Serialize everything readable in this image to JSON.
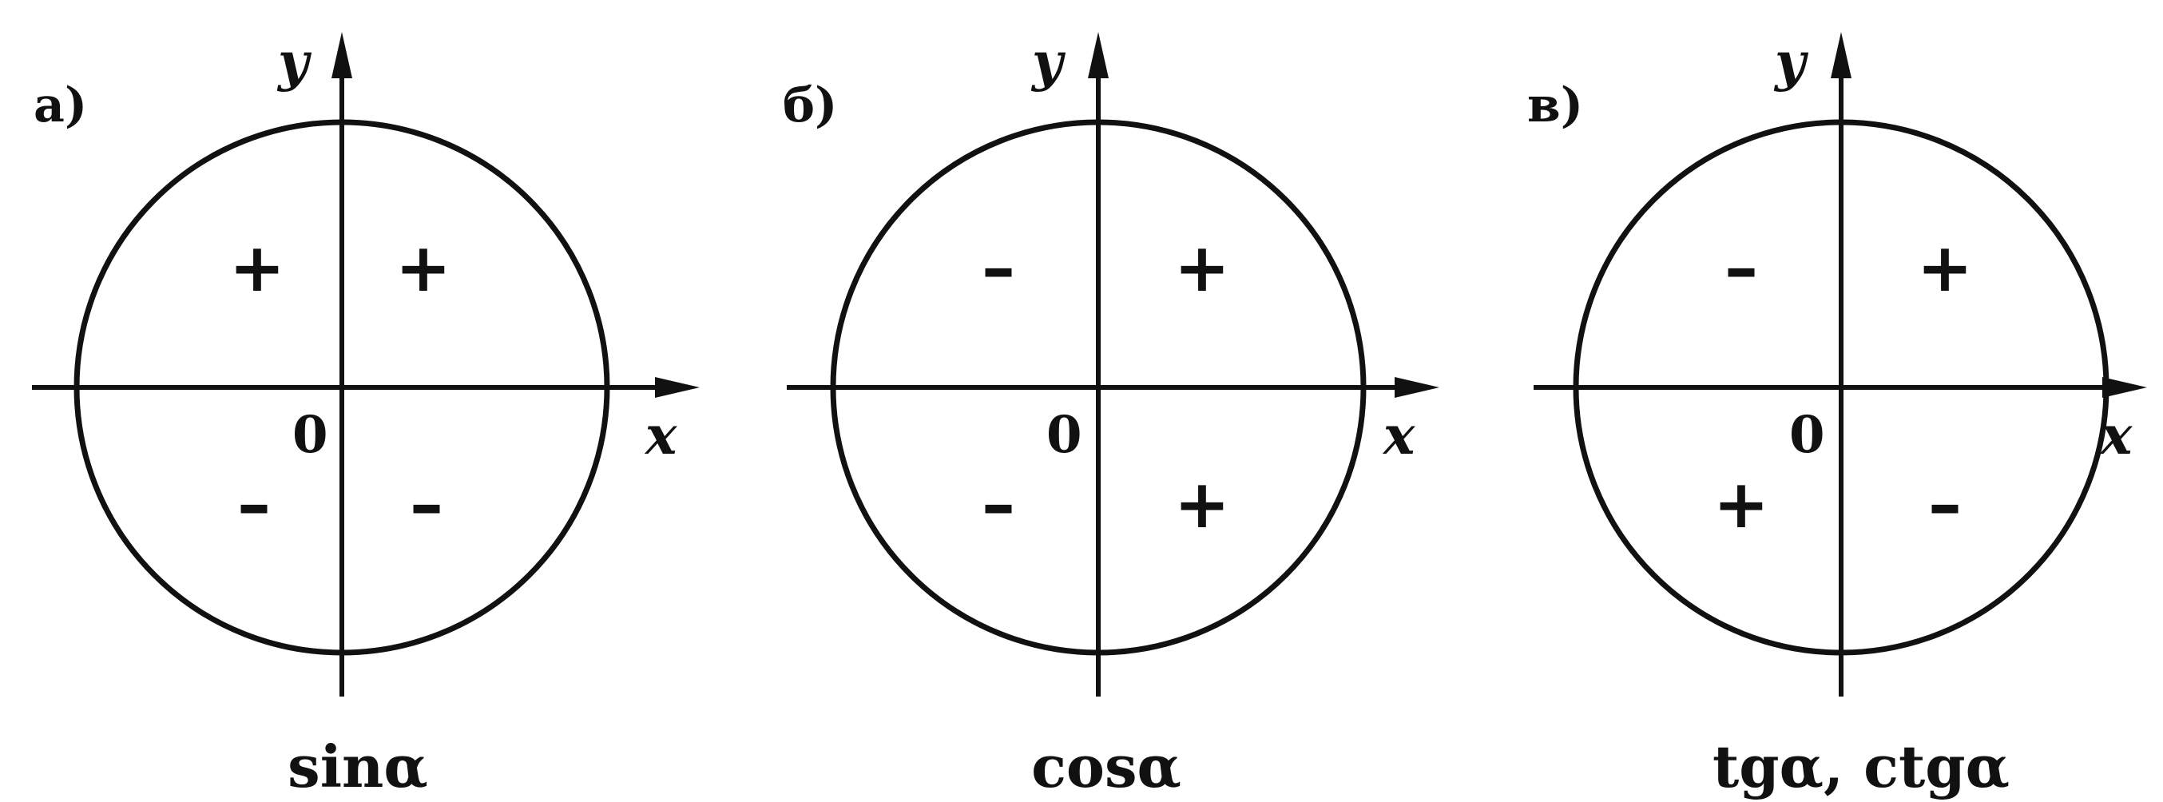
{
  "figure": {
    "panels": [
      {
        "id": "sin",
        "label": "а)",
        "x_axis_label": "x",
        "y_axis_label": "y",
        "origin_label": "0",
        "quadrant_signs": {
          "q1": "+",
          "q2": "+",
          "q3": "–",
          "q4": "–"
        },
        "caption": "sinα"
      },
      {
        "id": "cos",
        "label": "б)",
        "x_axis_label": "x",
        "y_axis_label": "y",
        "origin_label": "0",
        "quadrant_signs": {
          "q1": "+",
          "q2": "–",
          "q3": "–",
          "q4": "+"
        },
        "caption": "cosα"
      },
      {
        "id": "tg",
        "label": "в)",
        "x_axis_label": "x",
        "y_axis_label": "y",
        "origin_label": "0",
        "quadrant_signs": {
          "q1": "+",
          "q2": "–",
          "q3": "+",
          "q4": "–"
        },
        "caption": "tgα, ctgα"
      }
    ]
  },
  "colors": {
    "ink": "#111111",
    "background": "#ffffff"
  }
}
